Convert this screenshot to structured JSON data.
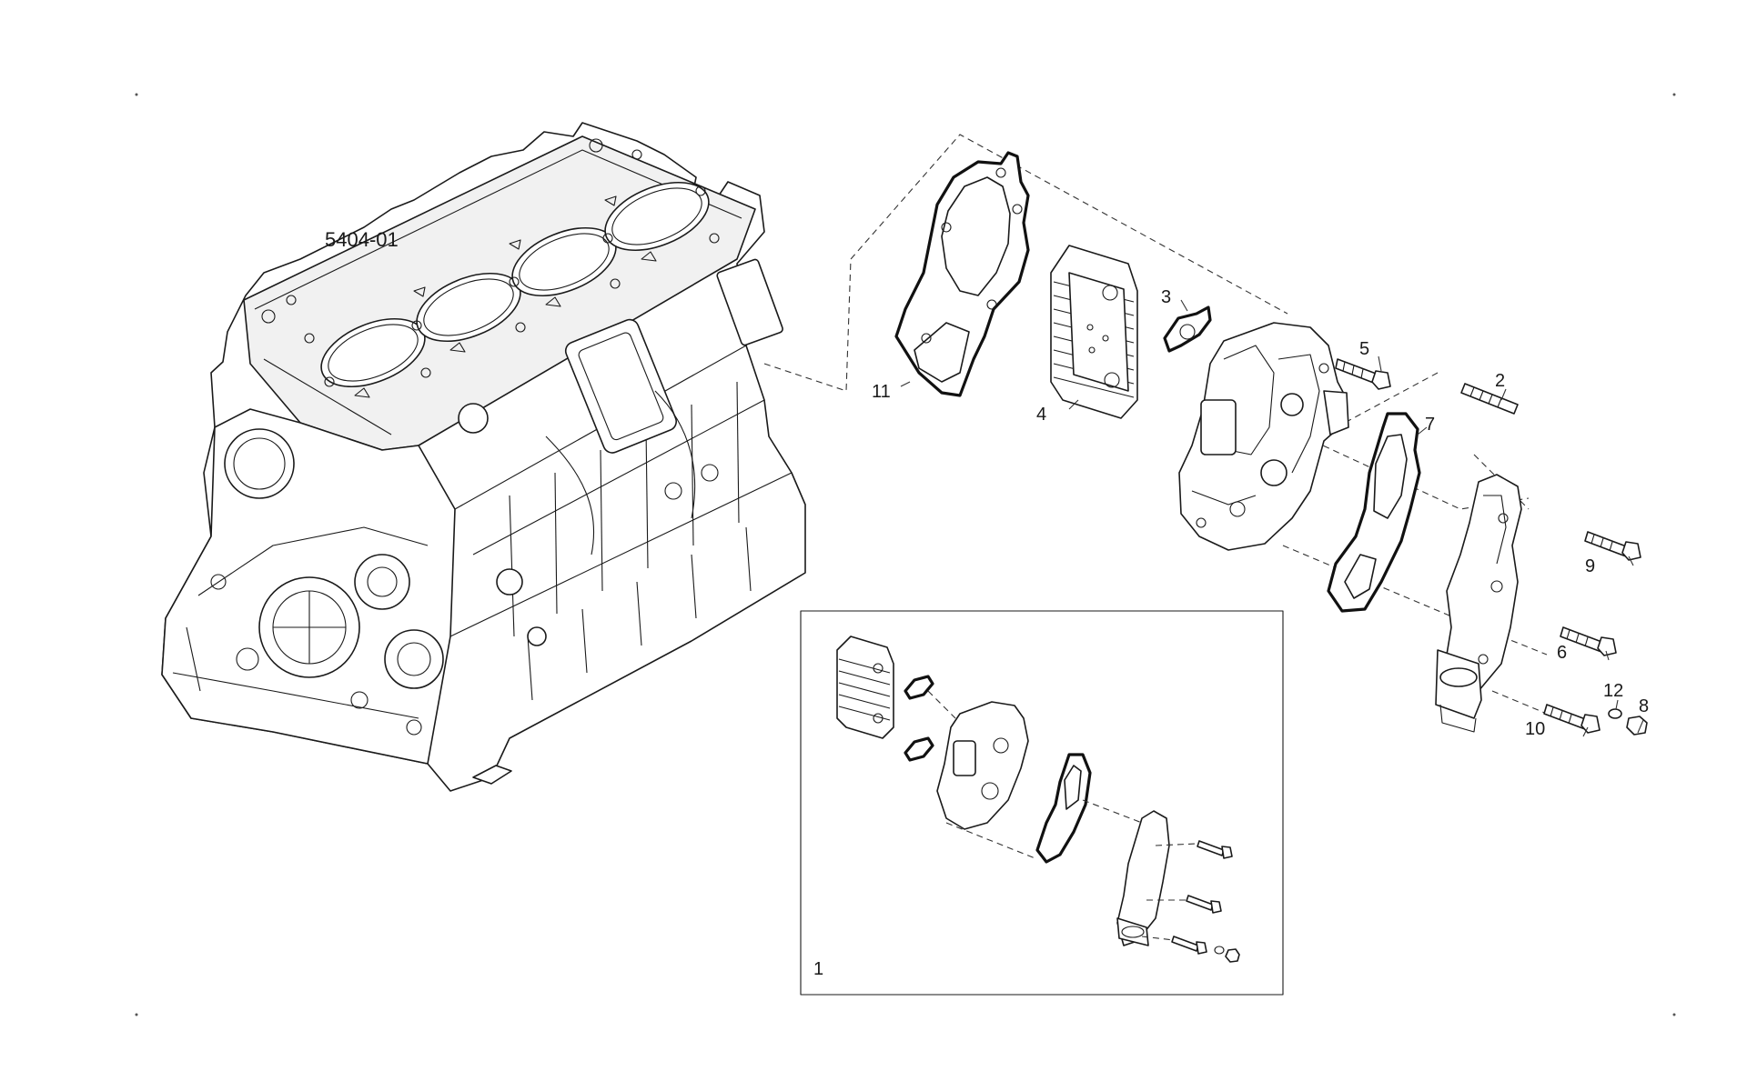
{
  "diagram": {
    "assembly_code": "5404-01",
    "callouts": [
      {
        "id": "c1",
        "number": "1"
      },
      {
        "id": "c2",
        "number": "2"
      },
      {
        "id": "c3",
        "number": "3"
      },
      {
        "id": "c4",
        "number": "4"
      },
      {
        "id": "c5",
        "number": "5"
      },
      {
        "id": "c6",
        "number": "6"
      },
      {
        "id": "c7",
        "number": "7"
      },
      {
        "id": "c8",
        "number": "8"
      },
      {
        "id": "c9",
        "number": "9"
      },
      {
        "id": "c10",
        "number": "10"
      },
      {
        "id": "c11",
        "number": "11"
      },
      {
        "id": "c12",
        "number": "12"
      }
    ],
    "colors": {
      "line": "#1a1a1a",
      "background": "#ffffff"
    }
  }
}
